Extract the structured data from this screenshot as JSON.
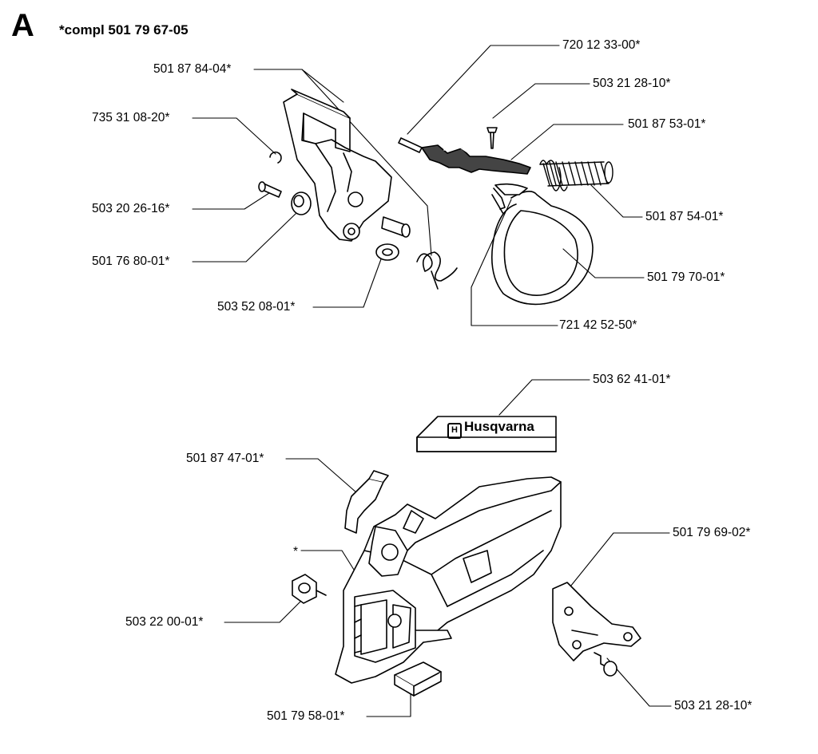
{
  "header": {
    "section_letter": "A",
    "assembly_note": "*compl 501 79 67-05"
  },
  "labels": {
    "p_501_87_84_04": "501 87 84-04*",
    "p_735_31_08_20": "735 31 08-20*",
    "p_503_20_26_16": "503 20 26-16*",
    "p_501_76_80_01": "501 76 80-01*",
    "p_503_52_08_01": "503 52 08-01*",
    "p_720_12_33_00": "720 12 33-00*",
    "p_503_21_28_10_top": "503 21 28-10*",
    "p_501_87_53_01": "501 87 53-01*",
    "p_501_87_54_01": "501 87 54-01*",
    "p_501_79_70_01": "501 79 70-01*",
    "p_721_42_52_50": "721 42 52-50*",
    "p_503_62_41_01": "503 62 41-01*",
    "p_501_87_47_01": "501 87 47-01*",
    "p_star": "*",
    "p_501_79_69_02": "501 79 69-02*",
    "p_503_22_00_01": "503 22 00-01*",
    "p_503_21_28_10_bottom": "503 21 28-10*",
    "p_501_79_58_01": "501 79 58-01*"
  },
  "decal_text": "Husqvarna"
}
